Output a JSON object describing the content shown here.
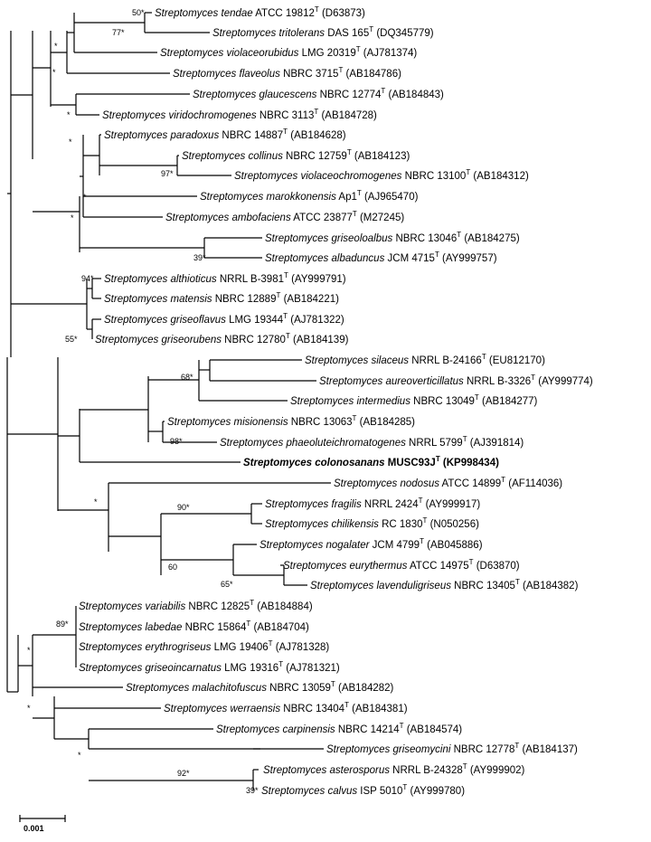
{
  "tree": {
    "leaves": [
      {
        "species": "Streptomyces tendae",
        "rest": " ATCC 19812",
        "sup": "T",
        "acc": " (D63873)"
      },
      {
        "species": "Streptomyces tritolerans",
        "rest": " DAS 165",
        "sup": "T",
        "acc": " (DQ345779)"
      },
      {
        "species": "Streptomyces violaceorubidus",
        "rest": " LMG 20319",
        "sup": "T",
        "acc": " (AJ781374)"
      },
      {
        "species": "Streptomyces flaveolus",
        "rest": " NBRC 3715",
        "sup": "T",
        "acc": " (AB184786)"
      },
      {
        "species": "Streptomyces glaucescens",
        "rest": " NBRC 12774",
        "sup": "T",
        "acc": " (AB184843)"
      },
      {
        "species": "Streptomyces viridochromogenes",
        "rest": " NBRC 3113",
        "sup": "T",
        "acc": " (AB184728)"
      },
      {
        "species": "Streptomyces paradoxus",
        "rest": " NBRC 14887",
        "sup": "T",
        "acc": " (AB184628)"
      },
      {
        "species": "Streptomyces collinus",
        "rest": " NBRC 12759",
        "sup": "T",
        "acc": " (AB184123)"
      },
      {
        "species": "Streptomyces violaceochromogenes",
        "rest": " NBRC 13100",
        "sup": "T",
        "acc": " (AB184312)"
      },
      {
        "species": "Streptomyces marokkonensis",
        "rest": " Ap1",
        "sup": "T",
        "acc": " (AJ965470)"
      },
      {
        "species": "Streptomyces ambofaciens",
        "rest": " ATCC 23877",
        "sup": "T",
        "acc": " (M27245)"
      },
      {
        "species": "Streptomyces griseoloalbus",
        "rest": " NBRC 13046",
        "sup": "T",
        "acc": " (AB184275)"
      },
      {
        "species": "Streptomyces albaduncus",
        "rest": " JCM 4715",
        "sup": "T",
        "acc": " (AY999757)"
      },
      {
        "species": "Streptomyces althioticus",
        "rest": " NRRL B-3981",
        "sup": "T",
        "acc": " (AY999791)"
      },
      {
        "species": "Streptomyces matensis",
        "rest": " NBRC 12889",
        "sup": "T",
        "acc": " (AB184221)"
      },
      {
        "species": "Streptomyces griseoflavus",
        "rest": " LMG 19344",
        "sup": "T",
        "acc": " (AJ781322)"
      },
      {
        "species": "Streptomyces griseorubens",
        "rest": " NBRC 12780",
        "sup": "T",
        "acc": " (AB184139)"
      },
      {
        "species": "Streptomyces silaceus",
        "rest": " NRRL B-24166",
        "sup": "T",
        "acc": " (EU812170)"
      },
      {
        "species": "Streptomyces aureoverticillatus",
        "rest": " NRRL B-3326",
        "sup": "T",
        "acc": " (AY999774)"
      },
      {
        "species": "Streptomyces intermedius",
        "rest": " NBRC 13049",
        "sup": "T",
        "acc": " (AB184277)"
      },
      {
        "species": "Streptomyces misionensis",
        "rest": " NBRC 13063",
        "sup": "T",
        "acc": " (AB184285)"
      },
      {
        "species": "Streptomyces phaeoluteichromatogenes",
        "rest": " NRRL 5799",
        "sup": "T",
        "acc": " (AJ391814)"
      },
      {
        "species": "Streptomyces colonosanans",
        "rest": " MUSC93J",
        "sup": "T",
        "acc": " (KP998434)",
        "bold": true
      },
      {
        "species": "Streptomyces nodosus",
        "rest": " ATCC 14899",
        "sup": "T",
        "acc": " (AF114036)"
      },
      {
        "species": "Streptomyces fragilis",
        "rest": " NRRL 2424",
        "sup": "T",
        "acc": " (AY999917)"
      },
      {
        "species": "Streptomyces chilikensis",
        "rest": " RC 1830",
        "sup": "T",
        "acc": " (N050256)"
      },
      {
        "species": "Streptomyces nogalater",
        "rest": " JCM 4799",
        "sup": "T",
        "acc": " (AB045886)"
      },
      {
        "species": "Streptomyces eurythermus",
        "rest": " ATCC 14975",
        "sup": "T",
        "acc": " (D63870)"
      },
      {
        "species": "Streptomyces lavenduligriseus",
        "rest": " NBRC 13405",
        "sup": "T",
        "acc": " (AB184382)"
      },
      {
        "species": "Streptomyces variabilis",
        "rest": " NBRC 12825",
        "sup": "T",
        "acc": " (AB184884)"
      },
      {
        "species": "Streptomyces labedae",
        "rest": " NBRC 15864",
        "sup": "T",
        "acc": " (AB184704)"
      },
      {
        "species": "Streptomyces erythrogriseus",
        "rest": " LMG 19406",
        "sup": "T",
        "acc": " (AJ781328)"
      },
      {
        "species": "Streptomyces griseoincarnatus",
        "rest": " LMG 19316",
        "sup": "T",
        "acc": " (AJ781321)"
      },
      {
        "species": "Streptomyces malachitofuscus",
        "rest": " NBRC 13059",
        "sup": "T",
        "acc": " (AB184282)"
      },
      {
        "species": "Streptomyces werraensis",
        "rest": " NBRC 13404",
        "sup": "T",
        "acc": " (AB184381)"
      },
      {
        "species": "Streptomyces carpinensis",
        "rest": " NBRC 14214",
        "sup": "T",
        "acc": " (AB184574)"
      },
      {
        "species": "Streptomyces griseomycini",
        "rest": " NBRC 12778",
        "sup": "T",
        "acc": " (AB184137)"
      },
      {
        "species": "Streptomyces asterosporus",
        "rest": " NRRL B-24328",
        "sup": "T",
        "acc": " (AY999902)"
      },
      {
        "species": "Streptomyces calvus",
        "rest": " ISP 5010",
        "sup": "T",
        "acc": " (AY999780)"
      }
    ],
    "bootstrap_labels": [
      "50*",
      "77*",
      "*",
      "*",
      "*",
      "*",
      "97*",
      "*",
      "*",
      "39*",
      "94*",
      "55*",
      "68*",
      "98*",
      "*",
      "90*",
      "60",
      "65*",
      "89*",
      "*",
      "*",
      "*",
      "92*",
      "39*"
    ],
    "scale_label": "0.001"
  }
}
